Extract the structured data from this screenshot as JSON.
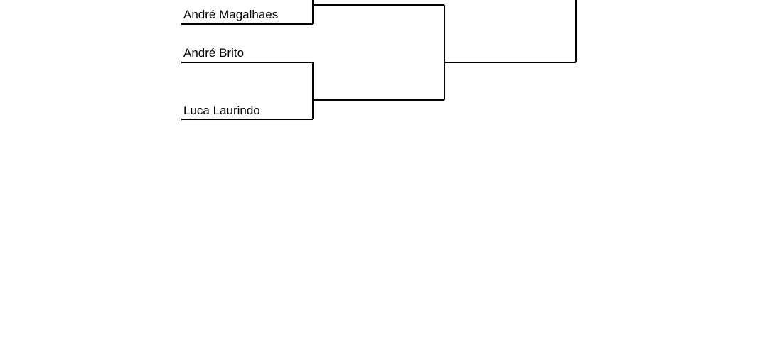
{
  "bracket": {
    "players": [
      {
        "name": "André Magalhaes"
      },
      {
        "name": "André Brito"
      },
      {
        "name": "Luca Laurindo"
      }
    ],
    "line_color": "#000000",
    "background_color": "#ffffff"
  }
}
